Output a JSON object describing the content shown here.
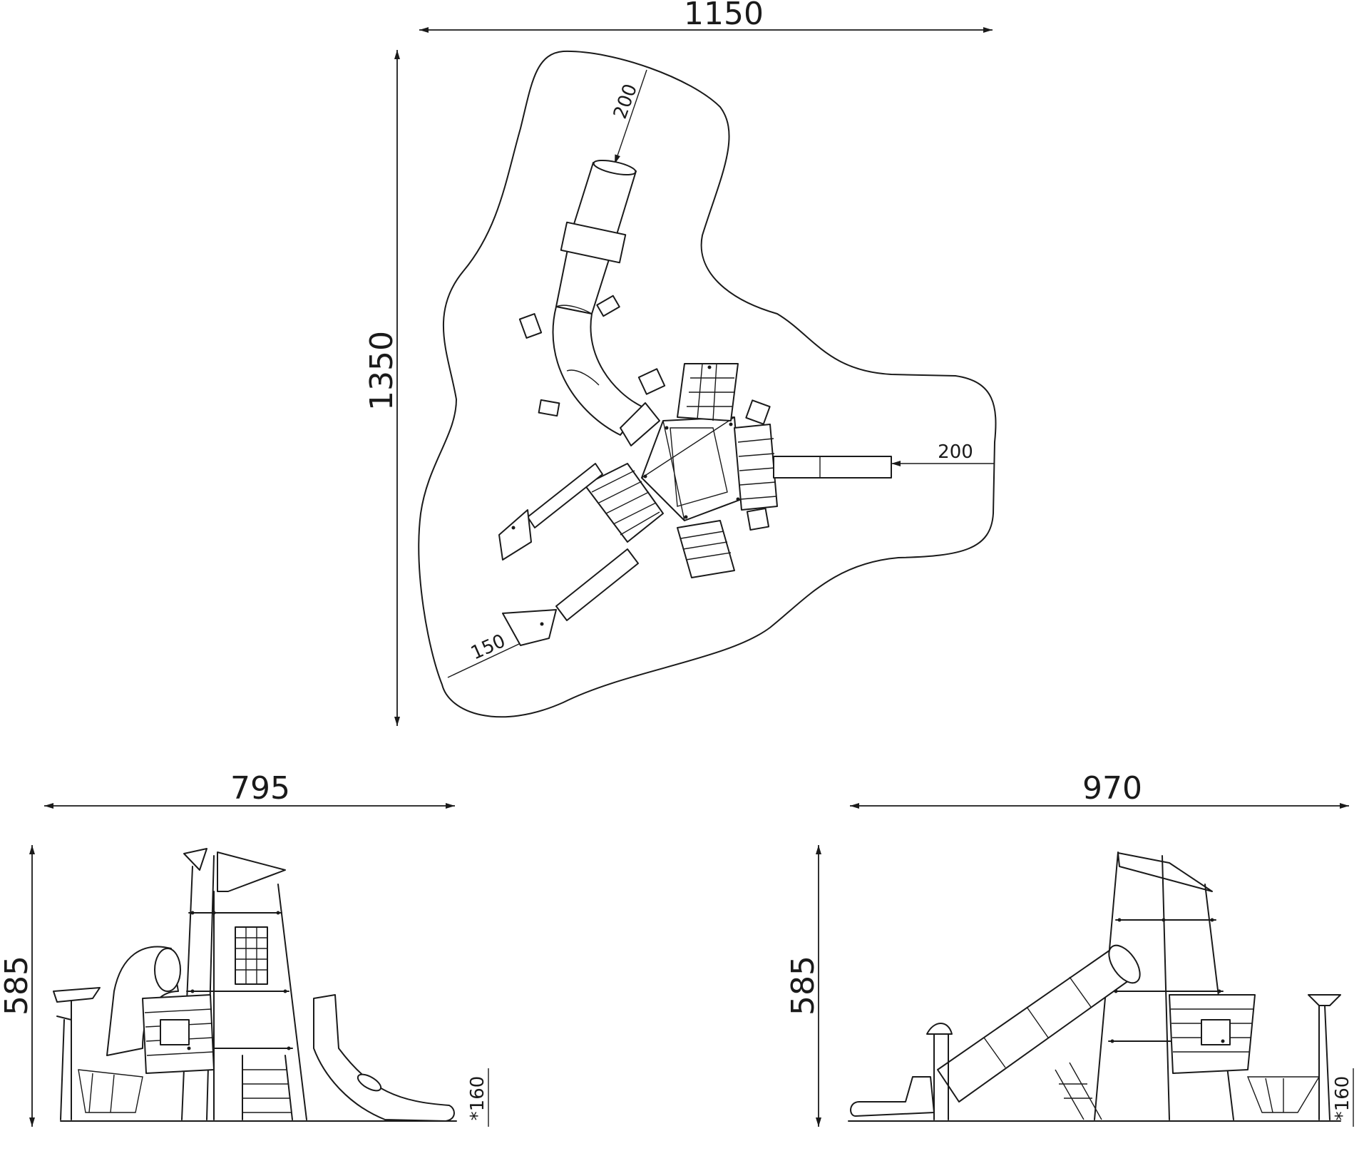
{
  "dimensions": {
    "plan_width": "1150",
    "plan_height": "1350",
    "plan_clearance_top": "200",
    "plan_clearance_right": "200",
    "plan_clearance_bottom": "150",
    "side_left_width": "795",
    "side_left_height": "585",
    "side_left_fall_height": "*160",
    "side_right_width": "970",
    "side_right_height": "585",
    "side_right_fall_height": "*160"
  },
  "colors": {
    "line": "#1a1a1a",
    "background": "#ffffff"
  }
}
